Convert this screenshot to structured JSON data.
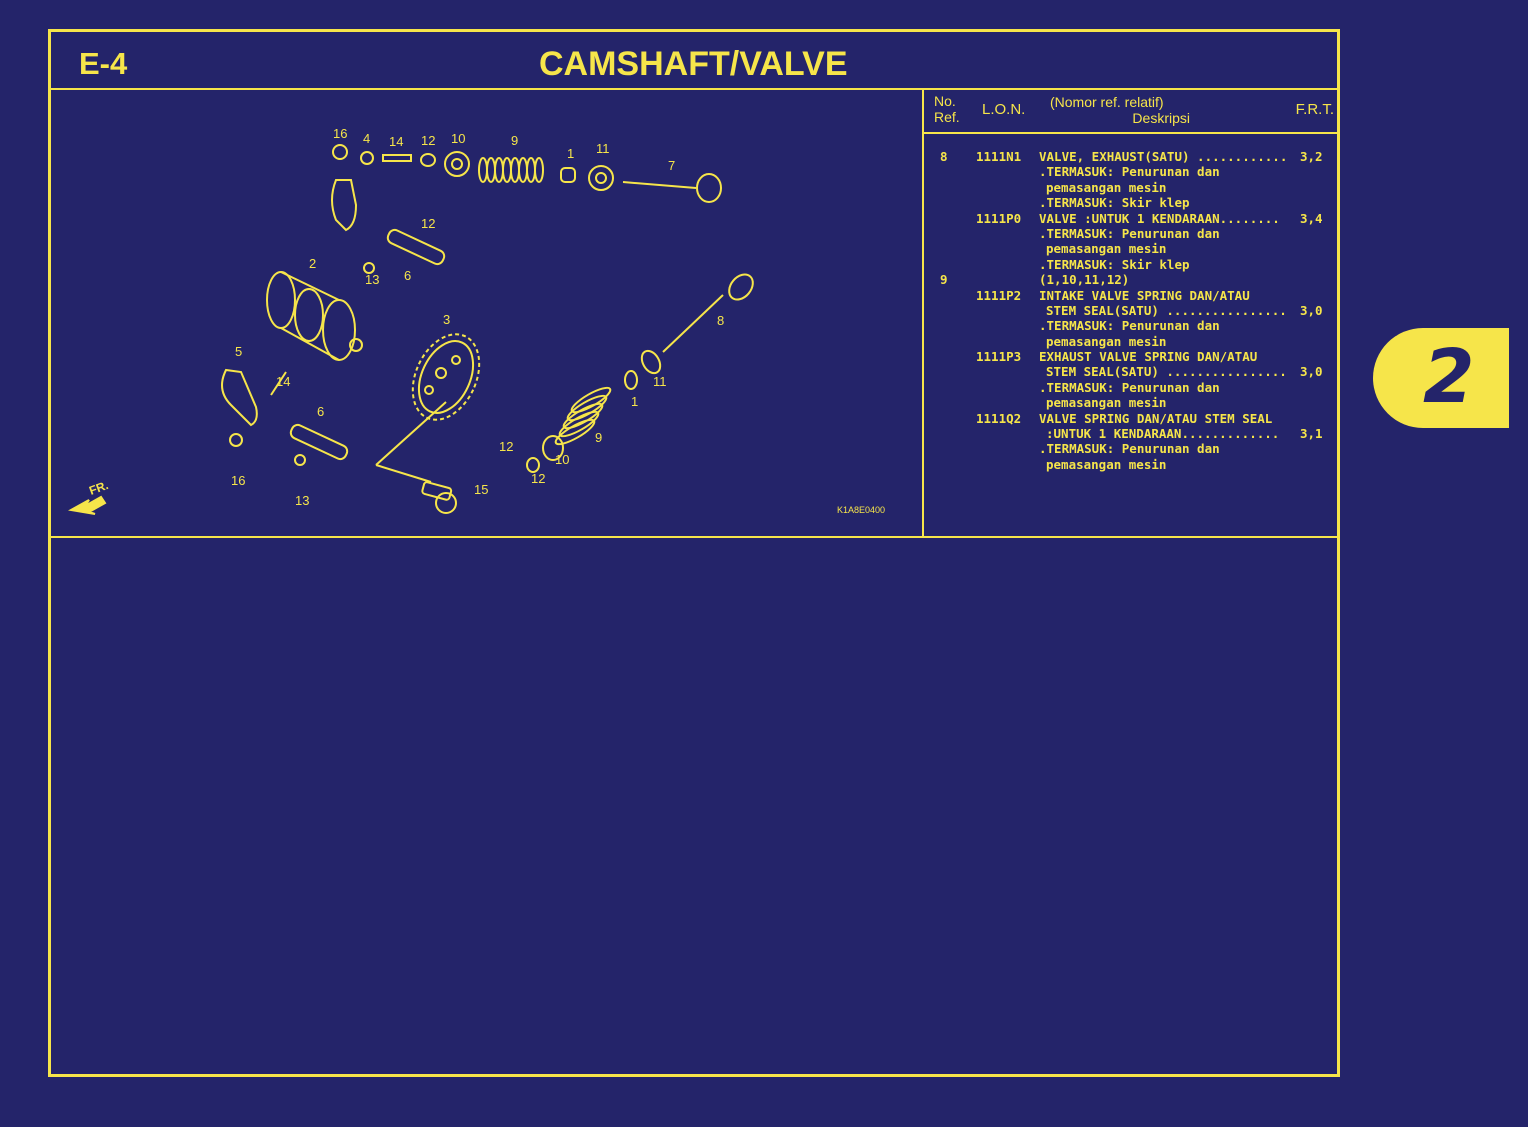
{
  "header": {
    "section_code": "E-4",
    "title": "CAMSHAFT/VALVE"
  },
  "table_header": {
    "no_ref": [
      "No.",
      "Ref."
    ],
    "lon": "L.O.N.",
    "desc": [
      "(Nomor ref. relatif)",
      "Deskripsi"
    ],
    "frt": "F.R.T."
  },
  "rows": [
    {
      "ref": "8",
      "lon": "1111N1",
      "desc": "VALVE, EXHAUST(SATU) ............",
      "frt": "3,2",
      "indent": false
    },
    {
      "ref": "",
      "lon": "",
      "desc": ".TERMASUK: Penurunan dan",
      "frt": "",
      "indent": false
    },
    {
      "ref": "",
      "lon": "",
      "desc": "pemasangan mesin",
      "frt": "",
      "indent": true
    },
    {
      "ref": "",
      "lon": "",
      "desc": ".TERMASUK: Skir klep",
      "frt": "",
      "indent": false
    },
    {
      "ref": "",
      "lon": "1111P0",
      "desc": "VALVE :UNTUK 1 KENDARAAN........",
      "frt": "3,4",
      "indent": false
    },
    {
      "ref": "",
      "lon": "",
      "desc": ".TERMASUK: Penurunan dan",
      "frt": "",
      "indent": false
    },
    {
      "ref": "",
      "lon": "",
      "desc": "pemasangan mesin",
      "frt": "",
      "indent": true
    },
    {
      "ref": "",
      "lon": "",
      "desc": ".TERMASUK: Skir klep",
      "frt": "",
      "indent": false
    },
    {
      "ref": "9",
      "lon": "",
      "desc": "(1,10,11,12)",
      "frt": "",
      "indent": false
    },
    {
      "ref": "",
      "lon": "1111P2",
      "desc": "INTAKE VALVE SPRING DAN/ATAU",
      "frt": "",
      "indent": false
    },
    {
      "ref": "",
      "lon": "",
      "desc": "STEM SEAL(SATU) ................",
      "frt": "3,0",
      "indent": true
    },
    {
      "ref": "",
      "lon": "",
      "desc": ".TERMASUK: Penurunan dan",
      "frt": "",
      "indent": false
    },
    {
      "ref": "",
      "lon": "",
      "desc": "pemasangan mesin",
      "frt": "",
      "indent": true
    },
    {
      "ref": "",
      "lon": "1111P3",
      "desc": "EXHAUST VALVE SPRING DAN/ATAU",
      "frt": "",
      "indent": false
    },
    {
      "ref": "",
      "lon": "",
      "desc": "STEM SEAL(SATU) ................",
      "frt": "3,0",
      "indent": true
    },
    {
      "ref": "",
      "lon": "",
      "desc": ".TERMASUK: Penurunan dan",
      "frt": "",
      "indent": false
    },
    {
      "ref": "",
      "lon": "",
      "desc": "pemasangan mesin",
      "frt": "",
      "indent": true
    },
    {
      "ref": "",
      "lon": "1111Q2",
      "desc": "VALVE SPRING DAN/ATAU STEM SEAL",
      "frt": "",
      "indent": false
    },
    {
      "ref": "",
      "lon": "",
      "desc": ":UNTUK 1 KENDARAAN.............",
      "frt": "3,1",
      "indent": true
    },
    {
      "ref": "",
      "lon": "",
      "desc": ".TERMASUK: Penurunan dan",
      "frt": "",
      "indent": false
    },
    {
      "ref": "",
      "lon": "",
      "desc": "pemasangan mesin",
      "frt": "",
      "indent": true
    }
  ],
  "diagram": {
    "callouts": [
      "16",
      "4",
      "14",
      "12",
      "10",
      "9",
      "1",
      "11",
      "7",
      "12",
      "13",
      "6",
      "2",
      "3",
      "8",
      "5",
      "14",
      "6",
      "1",
      "11",
      "12",
      "10",
      "9",
      "12",
      "16",
      "13",
      "15"
    ],
    "direction_label": "FR.",
    "illustration_code": "K1A8E0400"
  },
  "tab": {
    "number": "2"
  },
  "colors": {
    "background": "#24246a",
    "line": "#f6e54a"
  }
}
